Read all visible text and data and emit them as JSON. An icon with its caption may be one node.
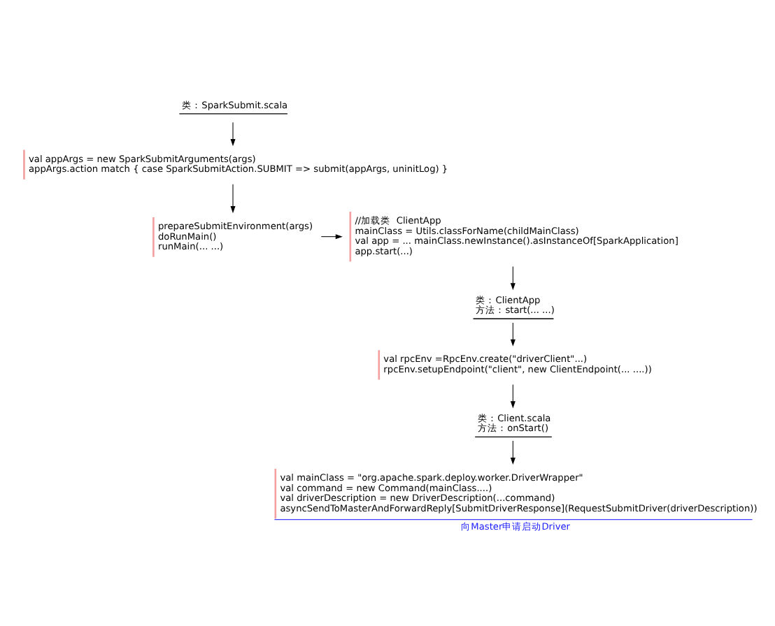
{
  "diagram": {
    "nodes": [
      {
        "text": [
          "类：SparkSubmit.scala"
        ]
      },
      {
        "text": [
          "val appArgs = new SparkSubmitArguments(args)",
          "appArgs.action match { case SparkSubmitAction.SUBMIT => submit(appArgs, uninitLog) }"
        ]
      },
      {
        "text": [
          "prepareSubmitEnvironment(args)",
          "doRunMain()",
          "runMain(... ...)"
        ]
      },
      {
        "text": [
          "//加载类  ClientApp",
          "mainClass = Utils.classForName(childMainClass)",
          "val app = ... mainClass.newInstance().asInstanceOf[SparkApplication]",
          "app.start(...)"
        ]
      },
      {
        "text": [
          "类：ClientApp",
          "方法：start(... ...)"
        ]
      },
      {
        "text": [
          "val rpcEnv =RpcEnv.create(\"driverClient\"...)",
          "rpcEnv.setupEndpoint(\"client\", new ClientEndpoint(... ....))"
        ]
      },
      {
        "text": [
          "类：Client.scala",
          "方法：onStart()"
        ]
      },
      {
        "text": [
          "val mainClass = \"org.apache.spark.deploy.worker.DriverWrapper\"",
          "val command = new Command(mainClass....)",
          "val driverDescription = new DriverDescription(...command)",
          "asyncSendToMasterAndForwardReply[SubmitDriverResponse](RequestSubmitDriver(driverDescription))",
          "向Master申请启动Driver"
        ]
      }
    ],
    "edges": [
      {
        "from": 0,
        "to": 1,
        "arrow": "to"
      },
      {
        "from": 1,
        "to": 2,
        "arrow": "to"
      },
      {
        "from": 2,
        "to": 3,
        "arrow": "to"
      },
      {
        "from": 3,
        "to": 4,
        "arrow": "to"
      },
      {
        "from": 4,
        "to": 5,
        "arrow": "to"
      },
      {
        "from": 5,
        "to": 6,
        "arrow": "to"
      },
      {
        "from": 6,
        "to": 7,
        "arrow": "to"
      }
    ]
  }
}
